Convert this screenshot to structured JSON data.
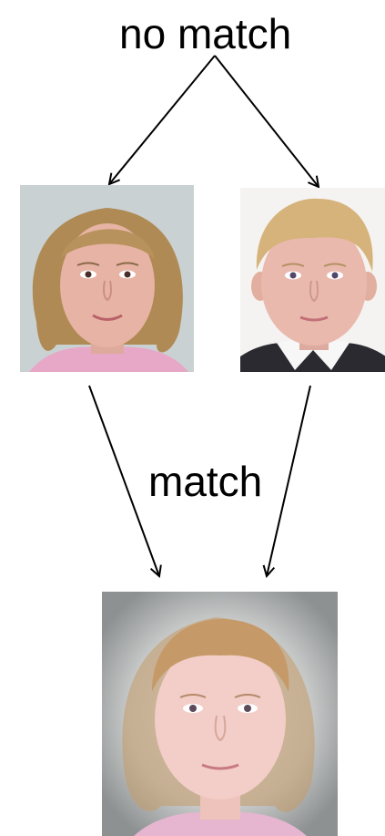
{
  "labels": {
    "top": "no match",
    "middle": "match"
  },
  "photos": {
    "left": {
      "subject": "girl-face-photo",
      "hair": "#b08a54",
      "skin": "#e7b3a4",
      "bg": "#c9d1d3",
      "shirt": "#e7a8c8"
    },
    "right": {
      "subject": "boy-face-photo",
      "hair": "#d6b37a",
      "skin": "#eab9ae",
      "bg": "#f4f3f1",
      "shirt": "#2a2a30"
    },
    "bottom": {
      "subject": "morphed-face-photo",
      "hair": "#c59a68",
      "skin": "#f3cdc7",
      "bg": "#9fa2a2",
      "shirt": "#e6b5cf"
    }
  },
  "colors": {
    "arrow": "#000000",
    "text": "#000000",
    "background": "#ffffff"
  }
}
